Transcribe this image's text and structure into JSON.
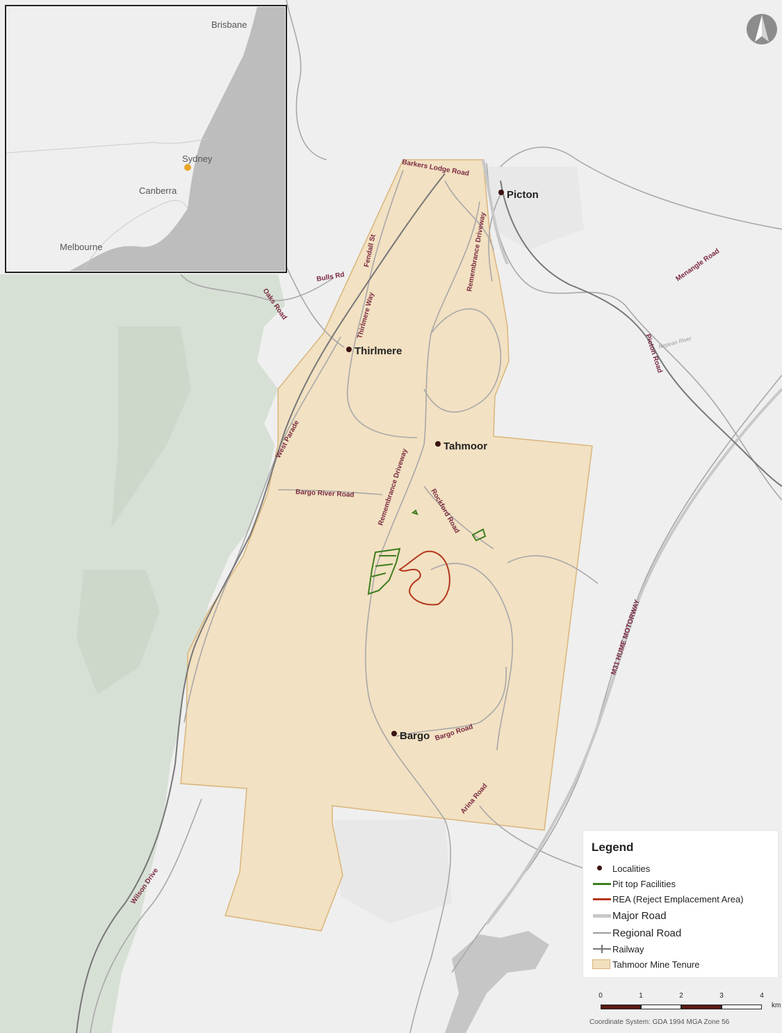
{
  "inset": {
    "cities": [
      "Brisbane",
      "Sydney",
      "Canberra",
      "Melbourne"
    ]
  },
  "localities": [
    "Picton",
    "Thirlmere",
    "Tahmoor",
    "Bargo"
  ],
  "roads": [
    "Barkers Lodge Road",
    "Remembrance Driveway",
    "Fendall St",
    "Bulls Rd",
    "Oaks Road",
    "Thirlmere Way",
    "Menangle Road",
    "Picton Road",
    "West Parade",
    "Bargo River Road",
    "Remembrance Driveway",
    "Rockford Road",
    "M31 HUME MOTORWAY",
    "Bargo Road",
    "Arina Road",
    "Wilson Drive"
  ],
  "river": "Nepean River",
  "legend": {
    "title": "Legend",
    "items": [
      {
        "label": "Localities",
        "symbol": "dot",
        "color": "#3b1212"
      },
      {
        "label": "Pit top Facilities",
        "symbol": "line",
        "color": "#3e7d1e"
      },
      {
        "label": "REA (Reject Emplacement Area)",
        "symbol": "line",
        "color": "#b4361b"
      },
      {
        "label": "Major Road",
        "symbol": "thick-line",
        "color": "#c8c8c8"
      },
      {
        "label": "Regional Road",
        "symbol": "line",
        "color": "#9c9c9c"
      },
      {
        "label": "Railway",
        "symbol": "rail",
        "color": "#777777"
      },
      {
        "label": "Tahmoor Mine Tenure",
        "symbol": "fill",
        "color": "#f2dfbe"
      }
    ]
  },
  "scale": {
    "ticks": [
      "0",
      "1",
      "2",
      "3",
      "4"
    ],
    "unit": "km"
  },
  "coordinate_system": "Coordinate System: GDA 1994 MGA Zone 56",
  "colors": {
    "tenure_fill": "#f2dfbe",
    "tenure_edge": "#d9b57c",
    "land": "#efefef",
    "forest": "#d7e0d5",
    "sea": "#bdbdbd",
    "road_label": "#7a2a40",
    "pit_top": "#3e7d1e",
    "rea": "#b4361b"
  },
  "north_arrow": "north-arrow-icon"
}
